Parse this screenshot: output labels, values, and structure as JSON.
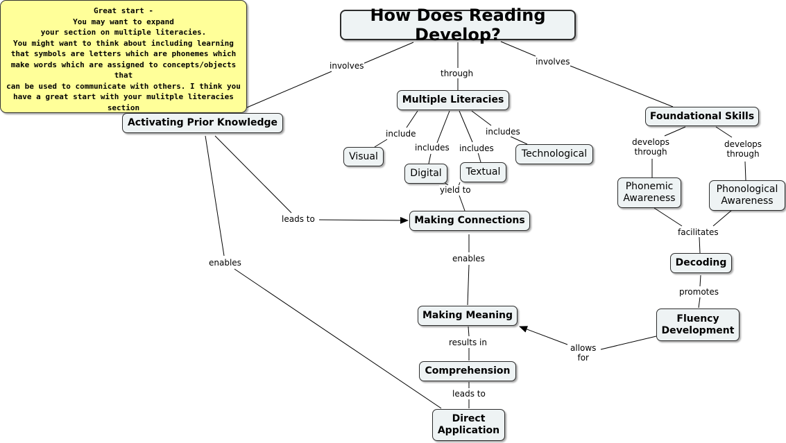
{
  "note": "Great start -\nYou may want to expand\nyour section on multiple literacies.\nYou might want to think about including learning\nthat symbols are letters which are phonemes which\nmake words which are assigned to concepts/objects that\ncan be used to communicate with others.  I think you\nhave a great start with your mulitple literacies section",
  "nodes": {
    "title": "How Does Reading Develop?",
    "activating": "Activating Prior Knowledge",
    "multiple": "Multiple Literacies",
    "foundational": "Foundational Skills",
    "visual": "Visual",
    "digital": "Digital",
    "textual": "Textual",
    "technological": "Technological",
    "phonemic": "Phonemic\nAwareness",
    "phonological": "Phonological\nAwareness",
    "connections": "Making Connections",
    "decoding": "Decoding",
    "meaning": "Making Meaning",
    "fluency": "Fluency\nDevelopment",
    "comprehension": "Comprehension",
    "direct": "Direct\nApplication"
  },
  "links": {
    "involves_left": "involves",
    "through": "through",
    "involves_right": "involves",
    "include": "include",
    "includes_digital": "includes",
    "includes_textual": "includes",
    "includes_tech": "includes",
    "develops_1": "develops\nthrough",
    "develops_2": "develops\nthrough",
    "yield_to": "yield to",
    "leads_to_1": "leads to",
    "facilitates": "facilitates",
    "enables_left": "enables",
    "enables_mid": "enables",
    "promotes": "promotes",
    "results_in": "results in",
    "allows_for": "allows\nfor",
    "leads_to_2": "leads to"
  }
}
